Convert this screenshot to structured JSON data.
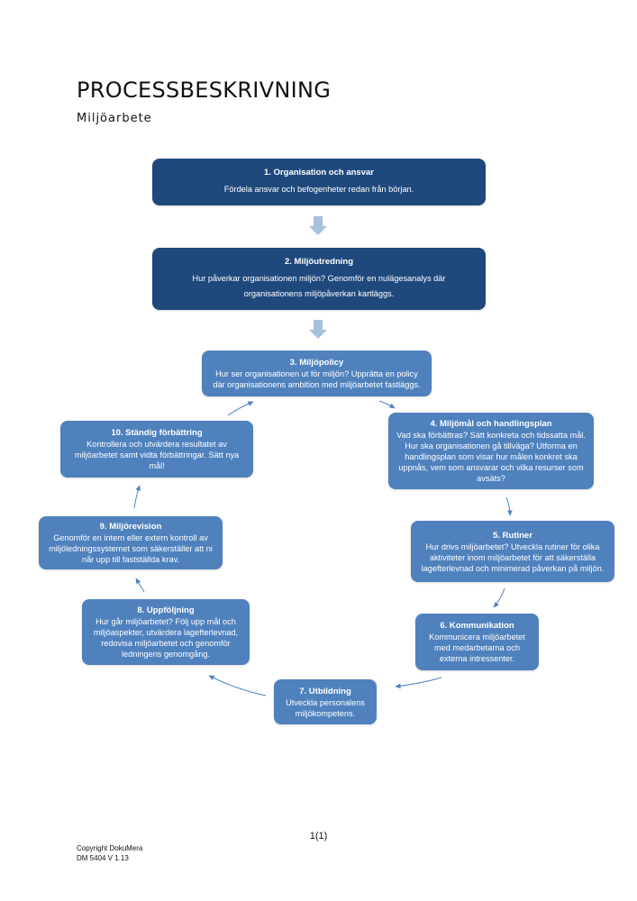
{
  "header": {
    "title": "PROCESSBESKRIVNING",
    "subtitle": "Miljöarbete"
  },
  "steps": [
    {
      "title": "1. Organisation och ansvar",
      "text": "Fördela ansvar och befogenheter redan från början."
    },
    {
      "title": "2. Miljöutredning",
      "text": "Hur påverkar organisationen miljön? Genomför en nulägesanalys där organisationens miljöpåverkan kartläggs."
    },
    {
      "title": "3. Miljöpolicy",
      "text": "Hur ser organisationen ut för miljön? Upprätta en policy där organisationens ambition med miljöarbetet fastläggs."
    },
    {
      "title": "4. Miljömål och handlingsplan",
      "text": "Vad ska förbättras? Sätt konkreta och tidssatta mål. Hur ska organisationen gå tillväga? Utforma en handlingsplan som visar hur målen konkret ska uppnås, vem som ansvarar och vilka resurser som avsäts?"
    },
    {
      "title": "5. Rutiner",
      "text": "Hur drivs miljöarbetet? Utveckla rutiner för olika aktiviteter inom miljöarbetet för att säkerställa lagefterlevnad och minimerad påverkan på miljön."
    },
    {
      "title": "6. Kommunikation",
      "text": "Kommunicera miljöarbetet med medarbetarna och externa intressenter."
    },
    {
      "title": "7. Utbildning",
      "text": "Utveckla personalens miljökompetens."
    },
    {
      "title": "8. Uppföljning",
      "text": "Hur går miljöarbetet? Följ upp mål och miljöaspekter, utvärdera lagefterlevnad, redovisa miljöarbetet och genomför ledningens genomgång."
    },
    {
      "title": "9. Miljörevision",
      "text": "Genomför en intern eller extern kontroll av miljöledningssystemet som säkerställer att ni når upp till fastställda krav."
    },
    {
      "title": "10. Ständig förbättring",
      "text": "Kontrollera och utvärdera resultatet av miljöarbetet samt vidta förbättringar. Sätt nya mål!"
    }
  ],
  "footer": {
    "page_number": "1(1)",
    "copyright": "Copyright DokuMera",
    "doc_id": "DM 5404 V 1.13"
  },
  "colors": {
    "dark_box": "#1f497d",
    "mid_box": "#4f81bd",
    "arrow": "#4f81bd",
    "block_arrow": "#a7c0de"
  }
}
